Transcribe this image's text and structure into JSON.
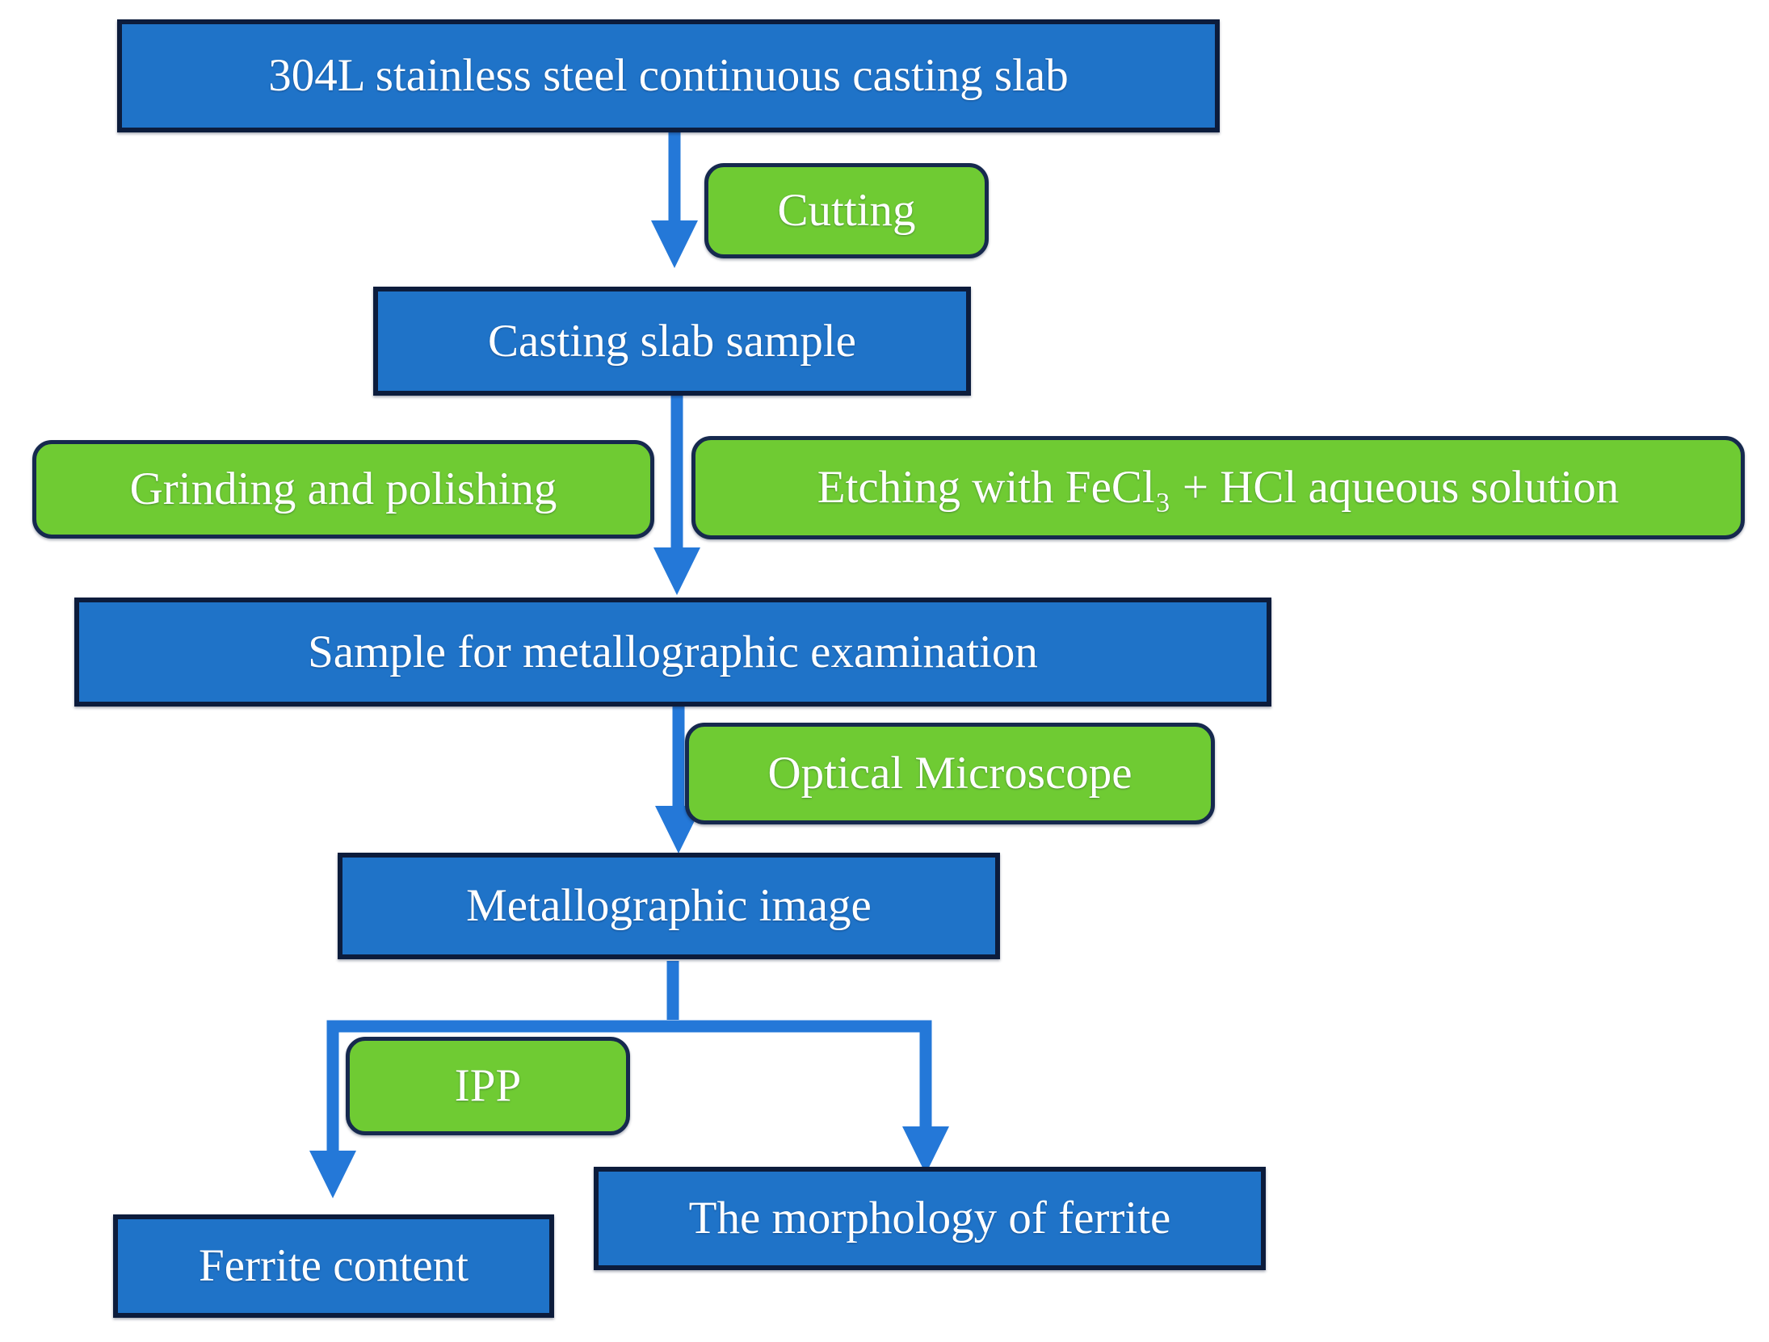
{
  "diagram": {
    "type": "flowchart",
    "nodes": {
      "source": {
        "label": "304L stainless steel continuous casting slab",
        "kind": "state"
      },
      "cutting": {
        "label": "Cutting",
        "kind": "process"
      },
      "slab_sample": {
        "label": "Casting slab sample",
        "kind": "state"
      },
      "grinding": {
        "label": "Grinding and polishing",
        "kind": "process"
      },
      "etching": {
        "label": "Etching with FeCl₃ + HCl aqueous solution",
        "kind": "process"
      },
      "metallo_sample": {
        "label": "Sample for metallographic examination",
        "kind": "state"
      },
      "microscope": {
        "label": "Optical Microscope",
        "kind": "process"
      },
      "metallo_image": {
        "label": "Metallographic image",
        "kind": "state"
      },
      "ipp": {
        "label": "IPP",
        "kind": "process"
      },
      "morphology": {
        "label": "The morphology of ferrite",
        "kind": "state"
      },
      "ferrite": {
        "label": "Ferrite content",
        "kind": "state"
      }
    },
    "edges": [
      {
        "from": "source",
        "to": "slab_sample",
        "via_label": "Cutting"
      },
      {
        "from": "slab_sample",
        "to": "metallo_sample",
        "via_labels": [
          "Grinding and polishing",
          "Etching with FeCl₃ + HCl aqueous solution"
        ]
      },
      {
        "from": "metallo_sample",
        "to": "metallo_image",
        "via_label": "Optical Microscope"
      },
      {
        "from": "metallo_image",
        "to": "ferrite",
        "via_label": "IPP"
      },
      {
        "from": "metallo_image",
        "to": "morphology"
      }
    ]
  },
  "colors": {
    "state_fill": "#1f73c8",
    "state_border": "#0c1c3c",
    "process_fill": "#6fcb33",
    "process_border": "#16294e",
    "arrow": "#2478d8",
    "text": "#ffffff",
    "background": "#ffffff"
  }
}
